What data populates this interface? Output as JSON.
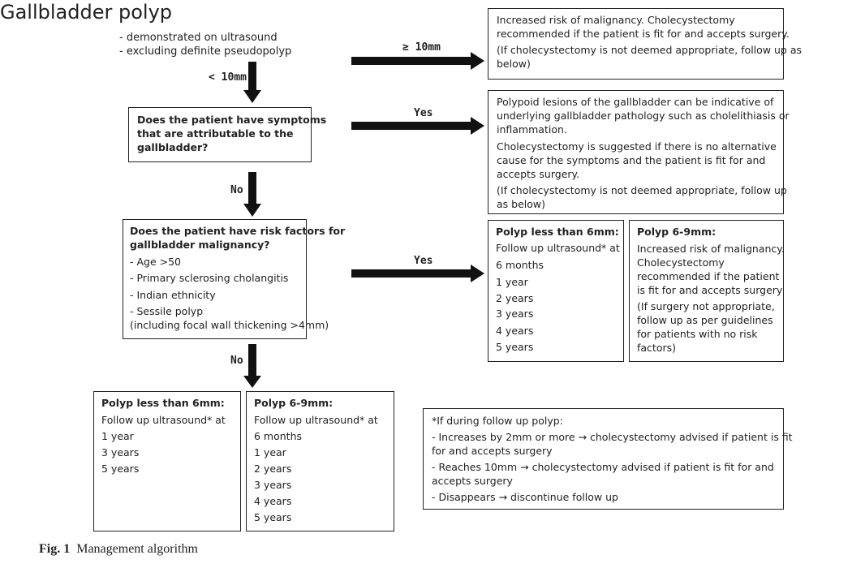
{
  "start": {
    "title": "Gallbladder polyp",
    "criteria": [
      "- demonstrated on ultrasound",
      "- excluding definite pseudopolyp"
    ]
  },
  "labels": {
    "ge10": "≥ 10mm",
    "lt10": "< 10mm",
    "yes1": "Yes",
    "no1": "No",
    "yes2": "Yes",
    "no2": "No"
  },
  "nodes": {
    "malignancy_risk": [
      "Increased risk of malignancy. Cholecystectomy",
      "recommended if the patient is fit for and accepts surgery.",
      "(If cholecystectomy is not deemed appropriate, follow up as",
      "below)"
    ],
    "q_symptoms": [
      "Does the patient have symptoms",
      "that are attributable to the",
      "gallbladder?"
    ],
    "symptoms_yes": [
      "Polypoid lesions of the gallbladder can be indicative of",
      "underlying gallbladder pathology such as cholelithiasis or",
      "inflammation.",
      "Cholecystectomy is suggested if there is no alternative",
      "cause for the symptoms and the patient is fit for and",
      "accepts surgery.",
      " (If cholecystectomy is not deemed appropriate, follow up",
      "as below)"
    ],
    "q_risk_title": [
      "Does the patient have risk factors for",
      "gallbladder malignancy?"
    ],
    "q_risk_items": [
      "- Age >50",
      "- Primary sclerosing cholangitis",
      "- Indian ethnicity",
      "- Sessile polyp",
      "(including focal wall thickening >4mm)"
    ],
    "risk_small": {
      "title": "Polyp less than 6mm:",
      "lines": [
        "Follow up ultrasound* at",
        "6 months",
        "1 year",
        "2 years",
        "3 years",
        "4 years",
        "5 years"
      ]
    },
    "risk_mid": {
      "title": "Polyp 6-9mm:",
      "lines": [
        "Increased risk of malignancy.",
        "Cholecystectomy",
        "recommended if the patient",
        "is fit for and accepts surgery",
        "(If surgery not appropriate,",
        "follow up as per guidelines",
        "for patients with no risk",
        "factors)"
      ]
    },
    "norisk_small": {
      "title": "Polyp less than 6mm:",
      "lines": [
        "Follow up ultrasound* at",
        "1 year",
        "3 years",
        "5 years"
      ]
    },
    "norisk_mid": {
      "title": "Polyp 6-9mm:",
      "lines": [
        "Follow up ultrasound* at",
        "6 months",
        "1 year",
        "2 years",
        "3 years",
        "4 years",
        "5 years"
      ]
    },
    "footnote": [
      "*If during follow up polyp:",
      "- Increases by 2mm or more → cholecystectomy advised if patient is fit",
      "for and accepts surgery",
      "- Reaches 10mm → cholecystectomy advised if patient is fit for and",
      "accepts surgery",
      "- Disappears → discontinue follow up"
    ]
  },
  "caption": {
    "label": "Fig. 1",
    "text": "Management algorithm"
  }
}
